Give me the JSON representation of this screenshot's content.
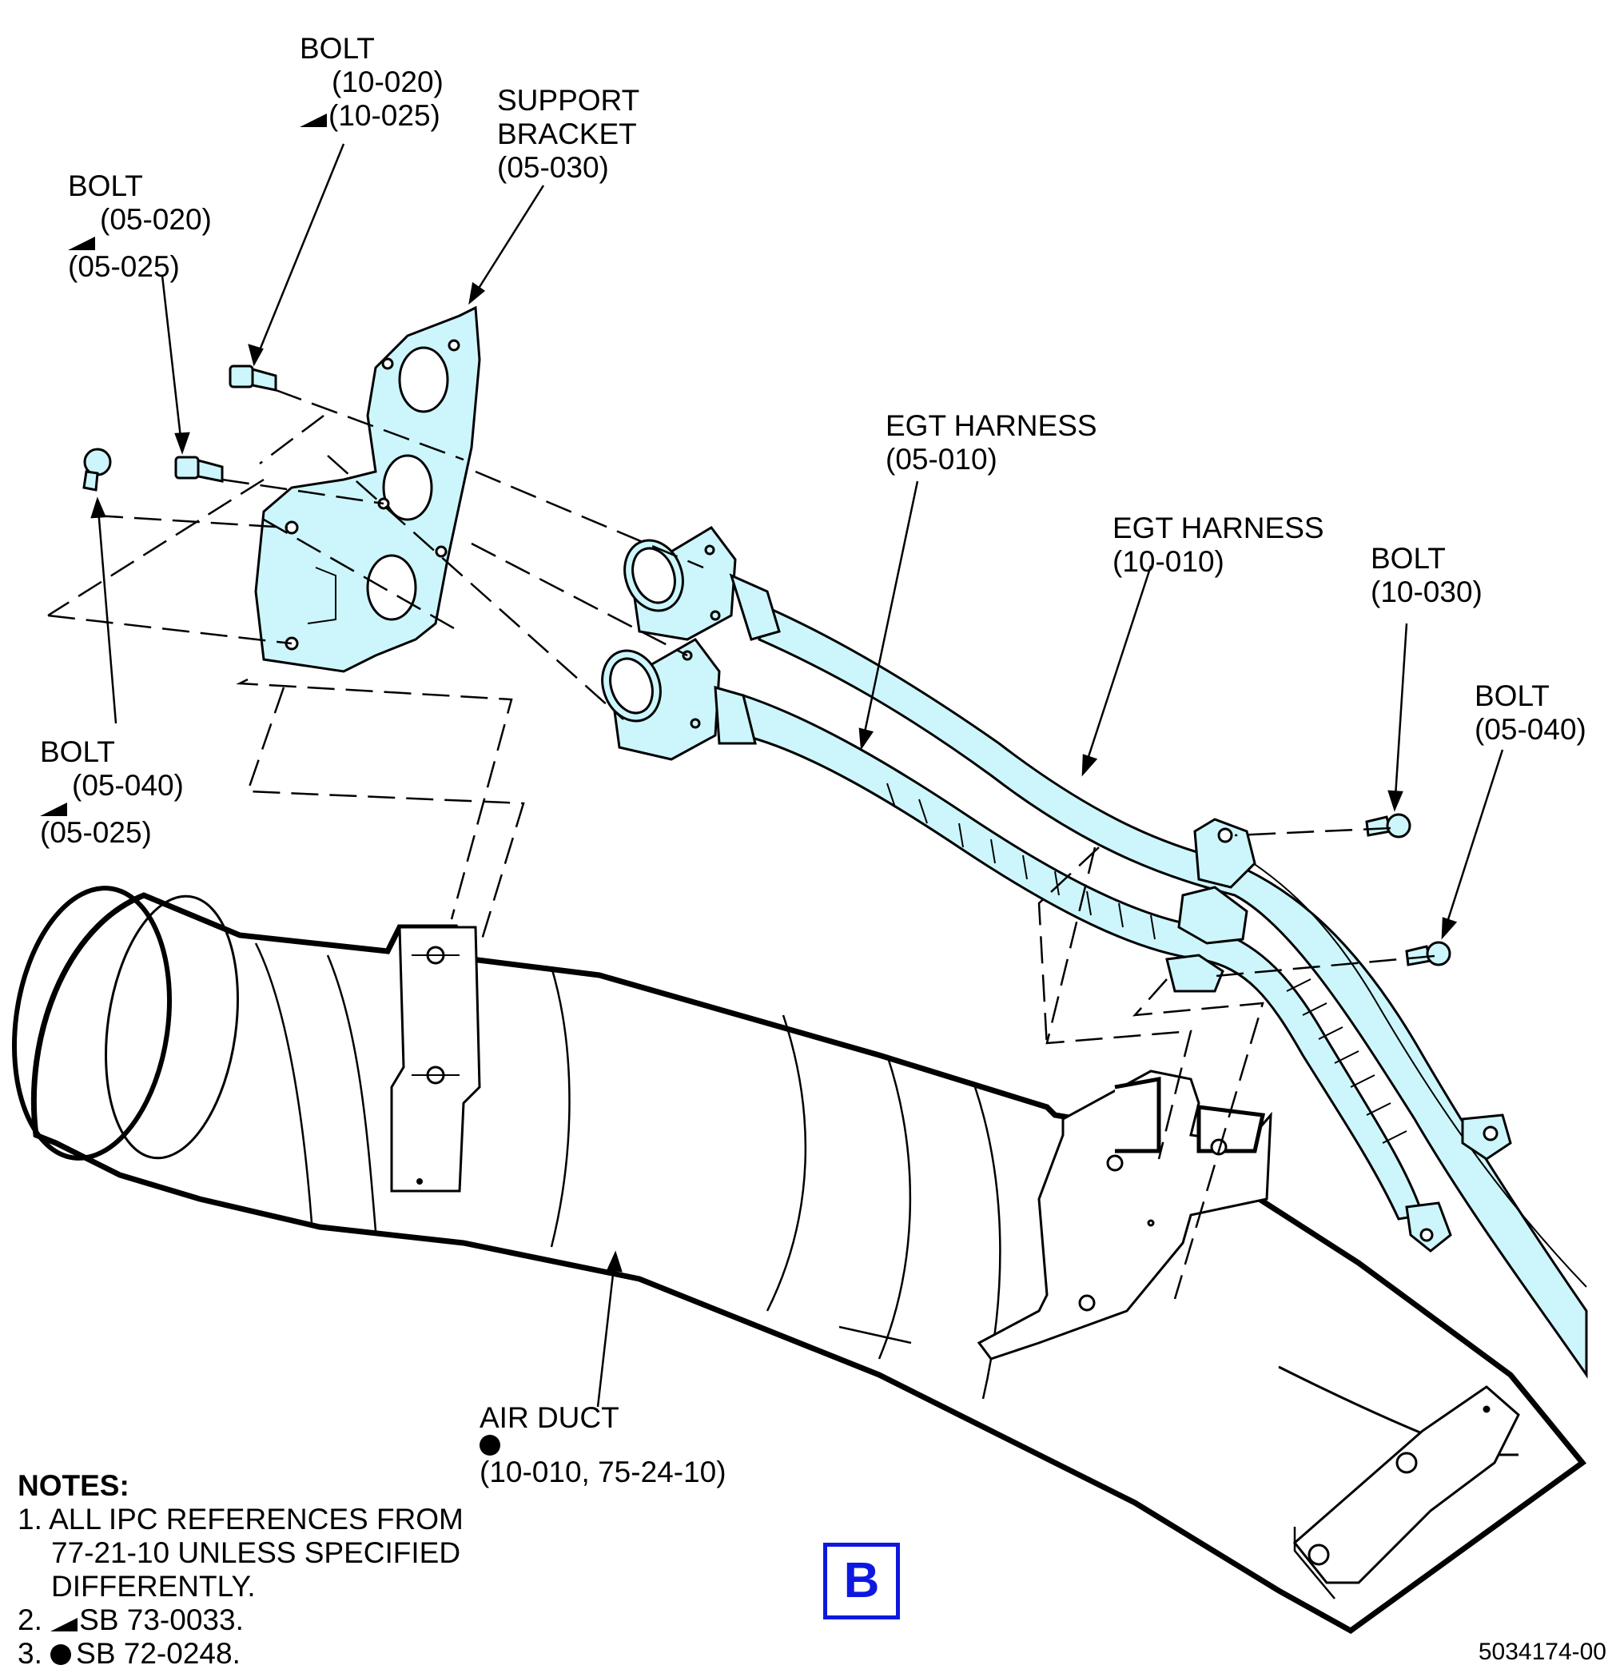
{
  "labels": {
    "bolt_10_020": {
      "name": "BOLT",
      "ref1": "(10-020)",
      "ref2": "(10-025)"
    },
    "support_bracket": {
      "line1": "SUPPORT",
      "line2": "BRACKET",
      "ref": "(05-030)"
    },
    "bolt_05_020": {
      "name": "BOLT",
      "ref1": "(05-020)",
      "ref2": "(05-025)"
    },
    "egt_harness_05": {
      "name": "EGT HARNESS",
      "ref": "(05-010)"
    },
    "egt_harness_10": {
      "name": "EGT HARNESS",
      "ref": "(10-010)"
    },
    "bolt_10_030": {
      "name": "BOLT",
      "ref": "(10-030)"
    },
    "bolt_05_040_right": {
      "name": "BOLT",
      "ref": "(05-040)"
    },
    "bolt_05_040_left": {
      "name": "BOLT",
      "ref1": "(05-040)",
      "ref2": "(05-025)"
    },
    "air_duct": {
      "name": "AIR DUCT",
      "ref": "(10-010, 75-24-10)"
    }
  },
  "notes": {
    "heading": "NOTES:",
    "n1_a": "1. ALL IPC REFERENCES FROM",
    "n1_b": "77-21-10 UNLESS SPECIFIED",
    "n1_c": "DIFFERENTLY.",
    "n2_num": "2.",
    "n2_text": "SB 73-0033.",
    "n3_num": "3.",
    "n3_text": "SB 72-0248."
  },
  "view_tag": "B",
  "figure_number": "5034174-00",
  "colors": {
    "fill_cyan": "#ccf6fb",
    "line": "#000000",
    "view_tag_blue": "#0d19e0"
  }
}
